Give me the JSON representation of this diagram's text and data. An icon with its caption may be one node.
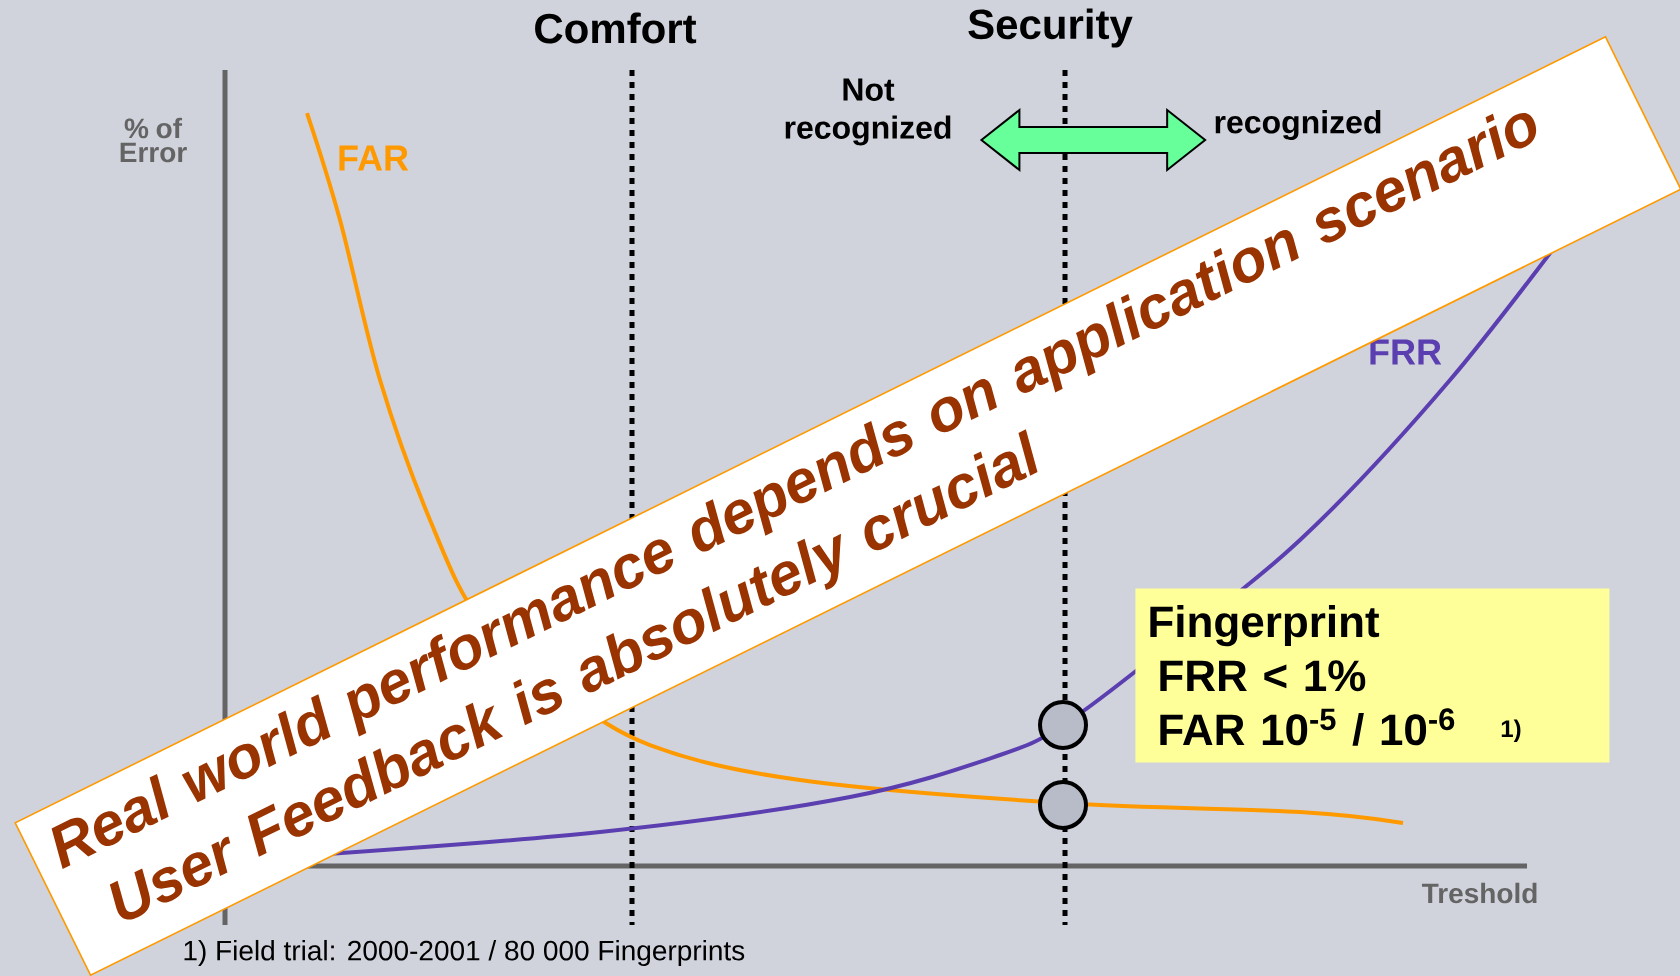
{
  "diagram": {
    "nodes": [
      {
        "text": [
          "Not recognized"
        ]
      },
      {
        "text": [
          "recognized"
        ]
      },
      {
        "text": [
          "Fingerprint",
          "FRR < 1%",
          "FAR 10$^{-5}$ / 10$^{-6}$",
          "1)"
        ]
      },
      {
        "text": [],
        "shape": "circle"
      },
      {
        "text": [],
        "shape": "circle"
      },
      {
        "text": [
          "Real world performance depends on application scenario",
          "User Feedback is absolutely crucial"
        ]
      }
    ],
    "edges": [
      {
        "from": 0,
        "to": 1,
        "arrow": "both",
        "color": "#66ff99"
      }
    ],
    "labels": [
      "Comfort",
      "Security",
      "% of Error",
      "FAR",
      "FRR",
      "Treshold",
      "1) Field trial: 2000-2001 / 80 000 Fingerprints"
    ]
  }
}
